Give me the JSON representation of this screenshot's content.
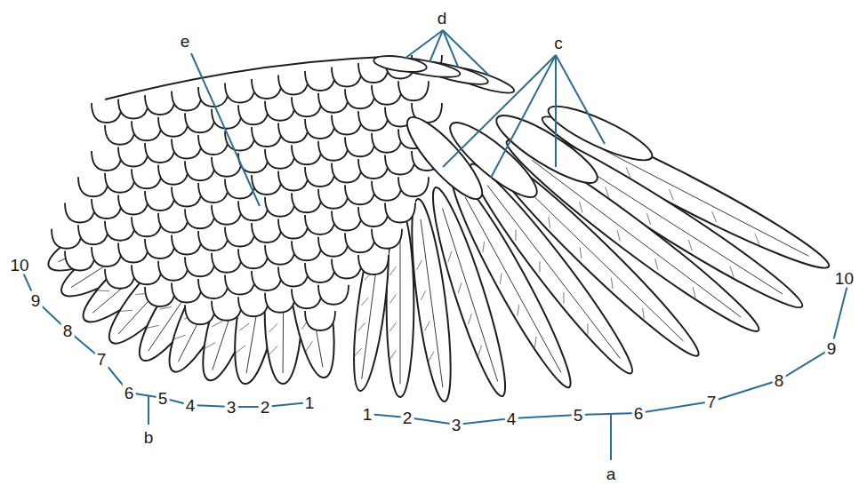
{
  "diagram": {
    "labels": [
      "e",
      "d",
      "c",
      "10",
      "9",
      "8",
      "7",
      "6",
      "5",
      "4",
      "3",
      "2",
      "1",
      "b",
      "1",
      "2",
      "3",
      "4",
      "5",
      "6",
      "7",
      "8",
      "9",
      "10",
      "a"
    ]
  }
}
